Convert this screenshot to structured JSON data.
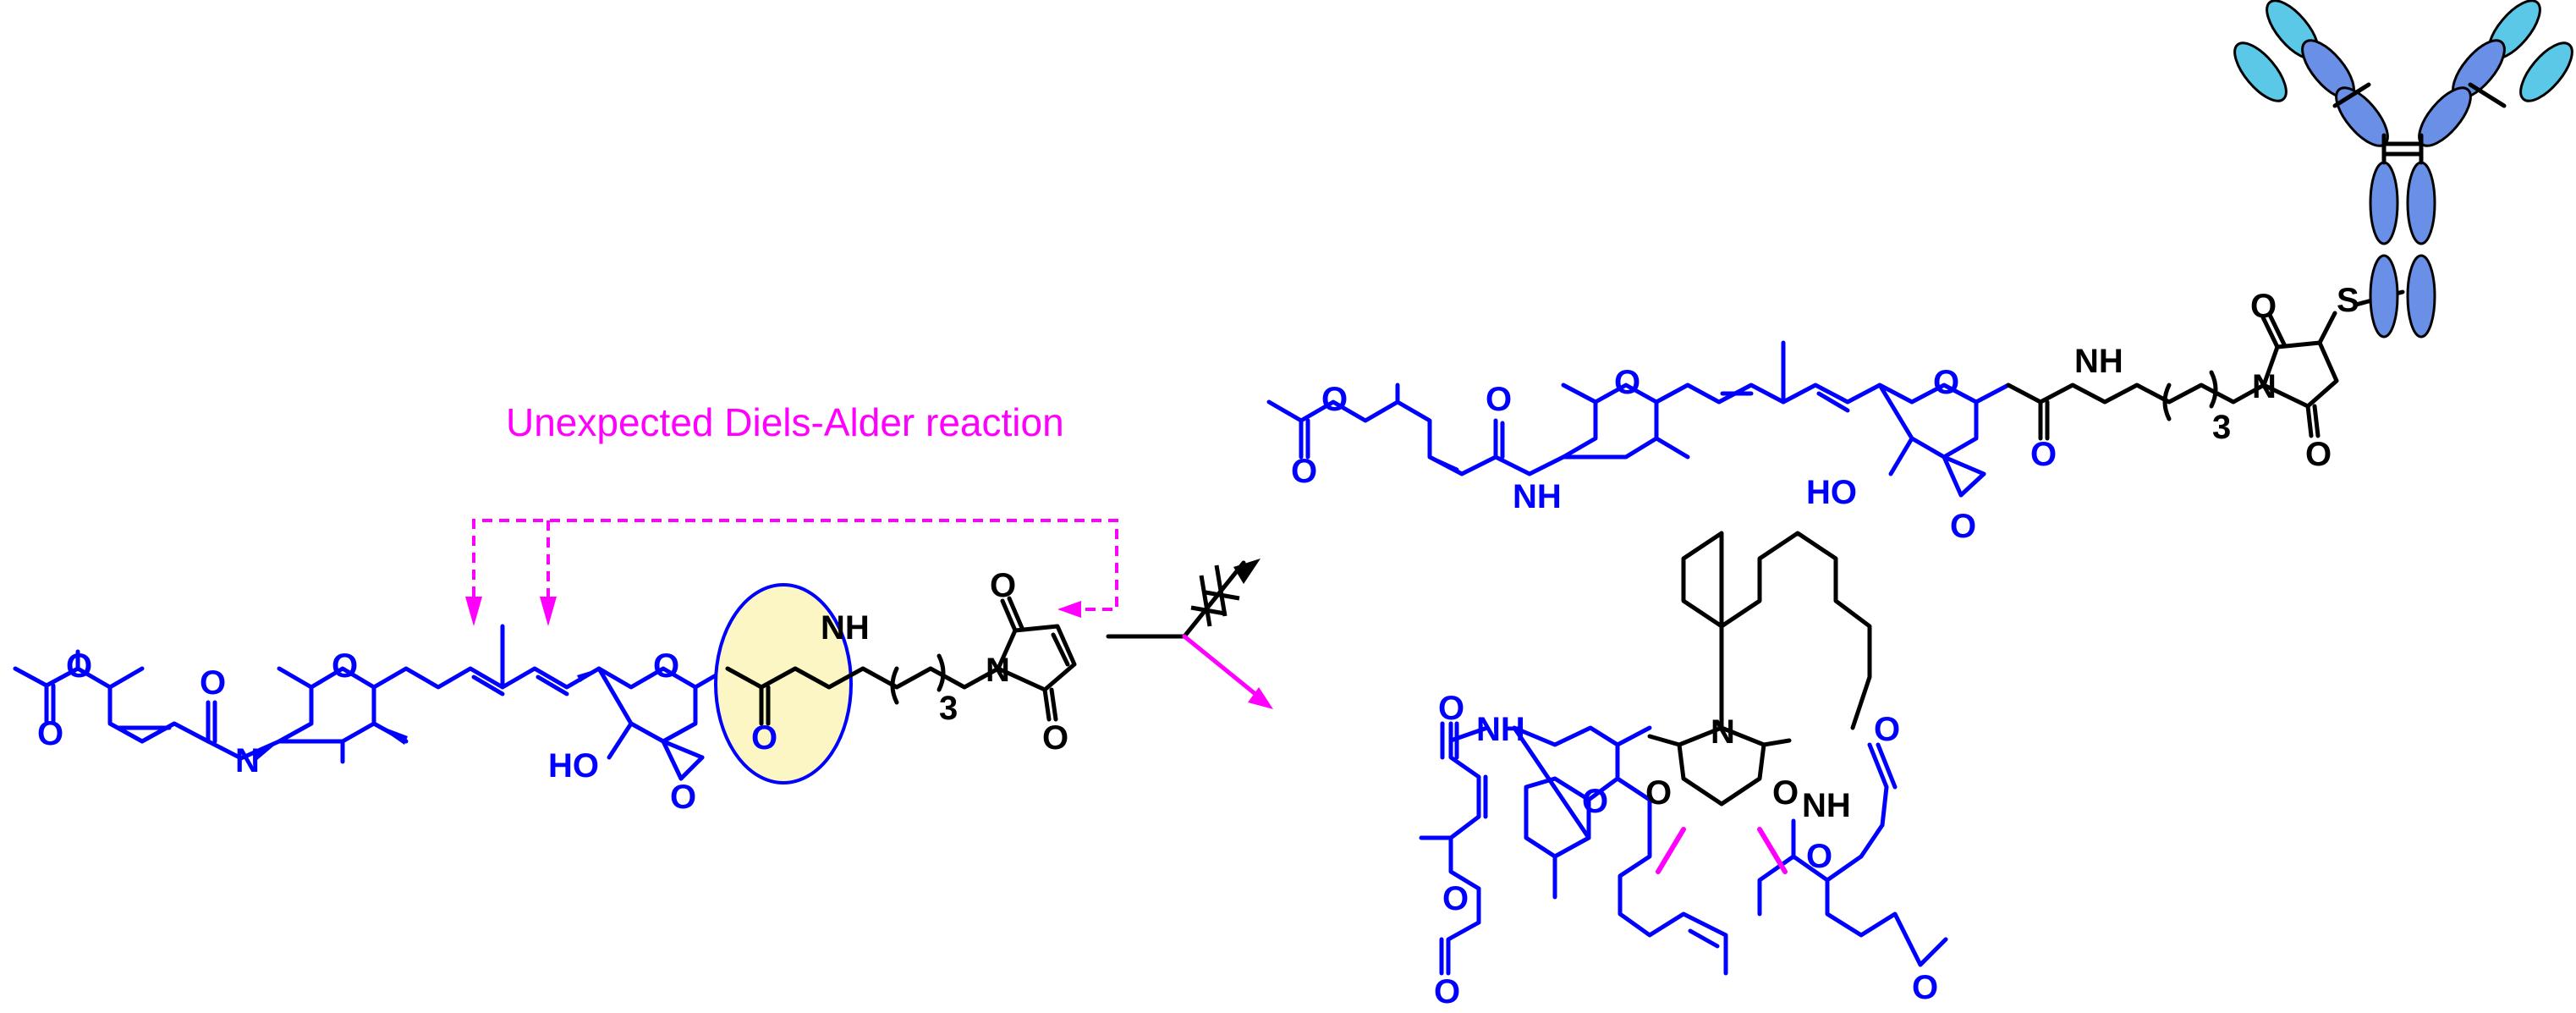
{
  "caption": "Unexpected Diels-Alder reaction",
  "colors": {
    "drug": "#0000ff",
    "linker": "#000000",
    "annotation": "#ff00ff",
    "highlight_fill": "#fcf5c4",
    "antibody_light": "#5cc8e8",
    "antibody_heavy": "#6a8fe6"
  },
  "atoms": {
    "O": "O",
    "N": "N",
    "S": "S",
    "NH": "NH",
    "HO": "HO",
    "repeat_subscript": "3"
  },
  "icons": [
    "antibody-icon",
    "blocked-reaction-arrow-icon",
    "reaction-arrow-icon"
  ]
}
